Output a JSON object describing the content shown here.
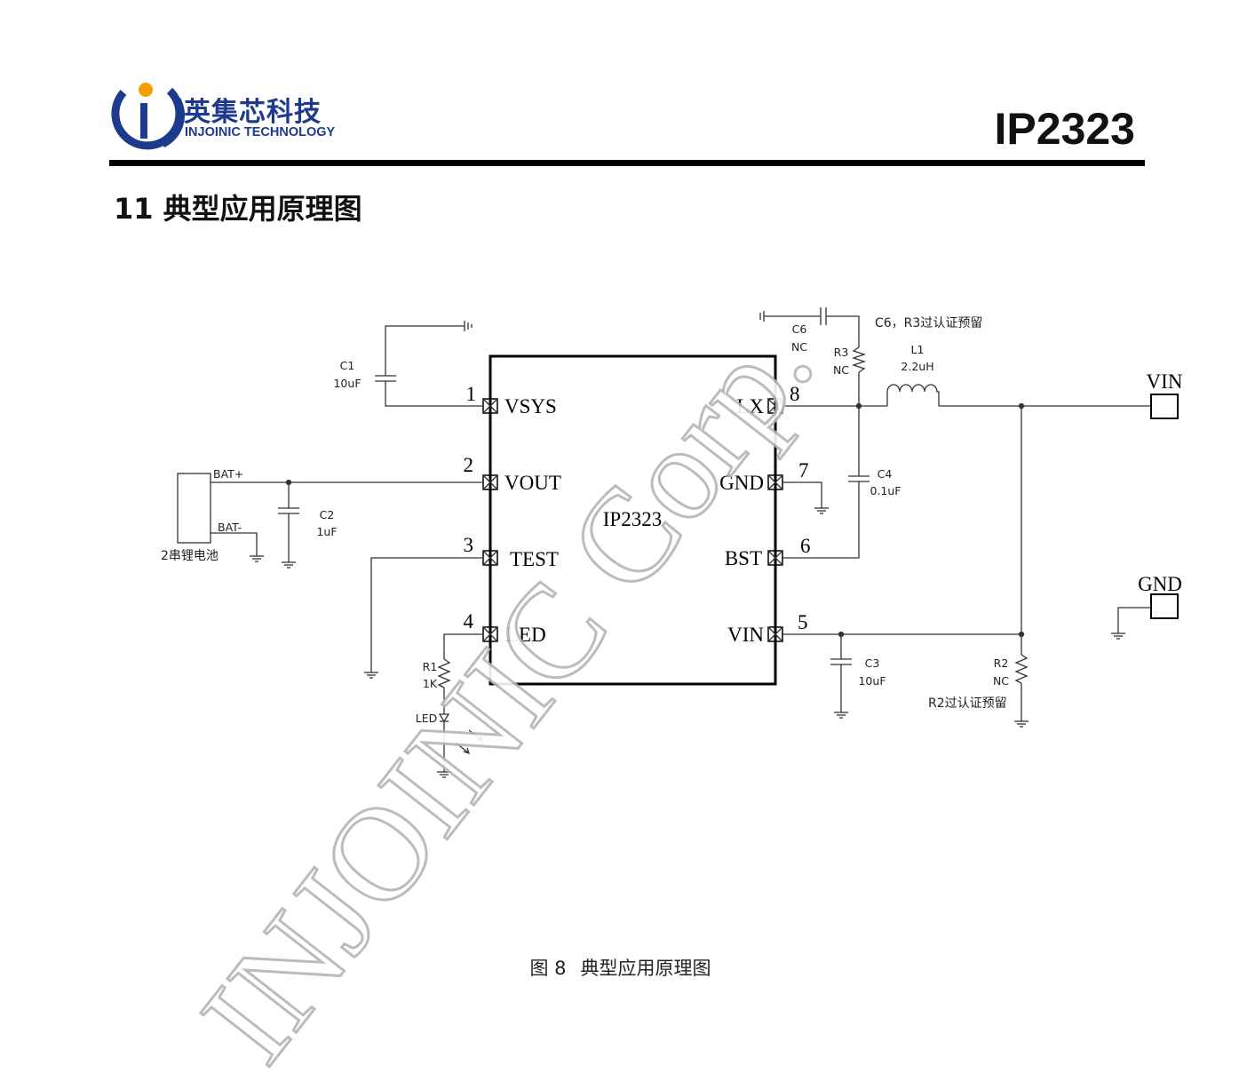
{
  "header": {
    "logo_cn": "英集芯科技",
    "logo_en": "INJOINIC TECHNOLOGY",
    "doc_title": "IP2323",
    "brand_color": "#1d3a8f",
    "logo_dot_color": "#f5a000"
  },
  "section": {
    "title": "11 典型应用原理图"
  },
  "schematic": {
    "chip": {
      "name": "IP2323",
      "pins": [
        {
          "num": "1",
          "name": "VSYS"
        },
        {
          "num": "2",
          "name": "VOUT"
        },
        {
          "num": "3",
          "name": "TEST"
        },
        {
          "num": "4",
          "name": "LED"
        },
        {
          "num": "8",
          "name": "LX"
        },
        {
          "num": "7",
          "name": "GND"
        },
        {
          "num": "6",
          "name": "BST"
        },
        {
          "num": "5",
          "name": "VIN"
        }
      ]
    },
    "components": {
      "c1_name": "C1",
      "c1_value": "10uF",
      "c2_name": "C2",
      "c2_value": "1uF",
      "c3_name": "C3",
      "c3_value": "10uF",
      "c4_name": "C4",
      "c4_value": "0.1uF",
      "c6_name": "C6",
      "c6_value": "NC",
      "r1_name": "R1",
      "r1_value": "1K",
      "r2_name": "R2",
      "r2_value": "NC",
      "r3_name": "R3",
      "r3_value": "NC",
      "l1_name": "L1",
      "l1_value": "2.2uH",
      "led_label": "LED"
    },
    "battery": {
      "pos": "BAT+",
      "neg": "BAT-",
      "label": "2串锂电池"
    },
    "notes": {
      "c6_r3": "C6，R3过认证预留",
      "r2": "R2过认证预留"
    },
    "connectors": {
      "vin": "VIN",
      "gnd": "GND"
    }
  },
  "figure": {
    "number": "图 8",
    "caption": "典型应用原理图"
  },
  "watermark": {
    "text": "INJOINIC Corp.",
    "color": "#bdbdbd"
  }
}
